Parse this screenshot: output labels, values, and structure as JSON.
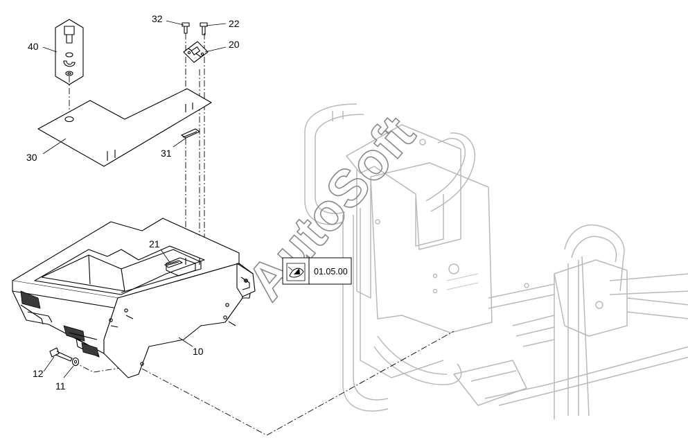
{
  "watermark": "AutoSoft",
  "reference_box": {
    "label": "01.05.00"
  },
  "callouts": [
    {
      "id": "c40",
      "label": "40"
    },
    {
      "id": "c32",
      "label": "32"
    },
    {
      "id": "c22",
      "label": "22"
    },
    {
      "id": "c20",
      "label": "20"
    },
    {
      "id": "c30",
      "label": "30"
    },
    {
      "id": "c31",
      "label": "31"
    },
    {
      "id": "c21",
      "label": "21"
    },
    {
      "id": "c10",
      "label": "10"
    },
    {
      "id": "c12",
      "label": "12"
    },
    {
      "id": "c11",
      "label": "11"
    }
  ],
  "colors": {
    "line": "#000000",
    "ghost": "#b9b9b9",
    "watermark": "#8a8a8a"
  }
}
